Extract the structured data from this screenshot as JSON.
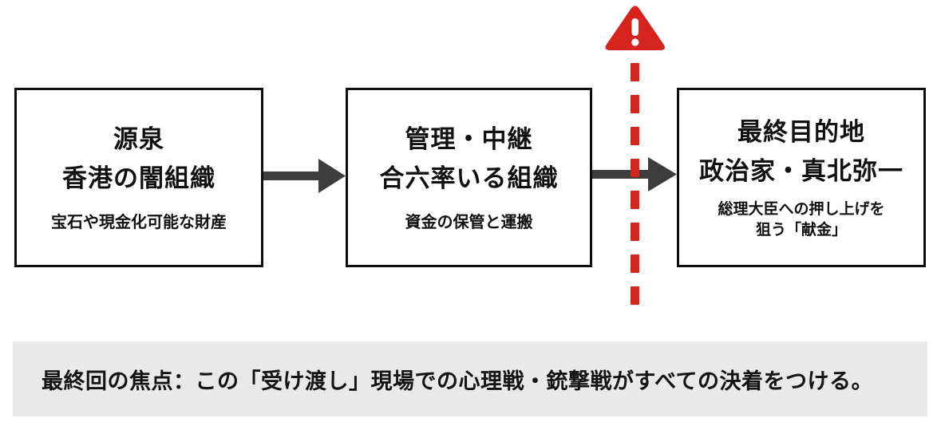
{
  "diagram": {
    "nodes": [
      {
        "id": "source",
        "title_lines": [
          "源泉",
          "香港の闇組織"
        ],
        "subtitle_lines": [
          "宝石や現金化可能な財産"
        ]
      },
      {
        "id": "middle",
        "title_lines": [
          "管理・中継",
          "合六率いる組織"
        ],
        "subtitle_lines": [
          "資金の保管と運搬"
        ]
      },
      {
        "id": "destination",
        "title_lines": [
          "最終目的地",
          "政治家・真北弥一"
        ],
        "subtitle_lines": [
          "総理大臣への押し上げを",
          "狙う「献金」"
        ]
      }
    ],
    "colors": {
      "alert_red": "#d5231d",
      "arrow_gray": "#3d3d3d",
      "exclamation_white": "#ffffff",
      "banner_bg": "#e9e9e9",
      "border_black": "#0d0d0d"
    }
  },
  "banner": {
    "text": "最終回の焦点：この「受け渡し」現場での心理戦・銃撃戦がすべての決着をつける。"
  }
}
